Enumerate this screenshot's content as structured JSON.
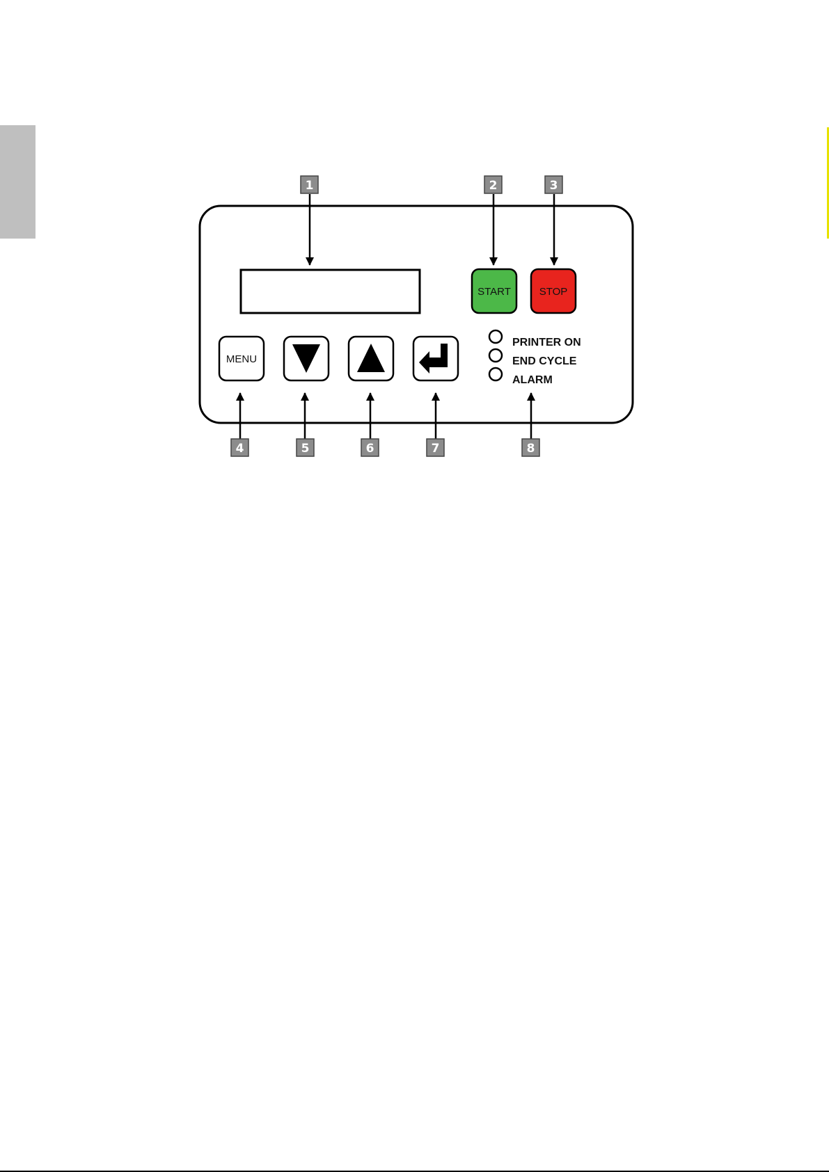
{
  "panel": {
    "buttons": {
      "start_label": "START",
      "stop_label": "STOP",
      "menu_label": "MENU",
      "start_color": "#4cb848",
      "stop_color": "#e8241e"
    },
    "indicators": [
      {
        "label": "PRINTER ON"
      },
      {
        "label": "END CYCLE"
      },
      {
        "label": "ALARM"
      }
    ]
  },
  "callouts": [
    {
      "number": "1"
    },
    {
      "number": "2"
    },
    {
      "number": "3"
    },
    {
      "number": "4"
    },
    {
      "number": "5"
    },
    {
      "number": "6"
    },
    {
      "number": "7"
    },
    {
      "number": "8"
    }
  ],
  "icons": {
    "down": "down-triangle-icon",
    "up": "up-triangle-icon",
    "enter": "enter-arrow-icon"
  }
}
